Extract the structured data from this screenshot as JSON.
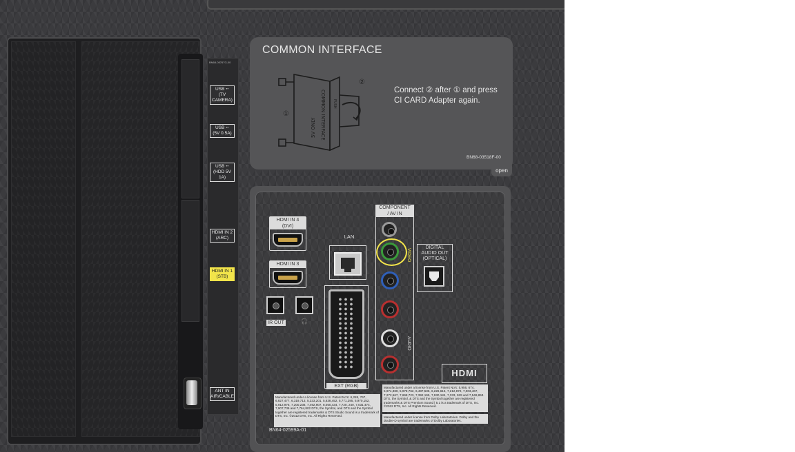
{
  "side_panel": {
    "code": "BN68-05767G-00",
    "usb1": {
      "title": "USB ⭪",
      "sub": "(TV CAMERA)"
    },
    "usb2": {
      "title": "USB ⭪",
      "sub": "(5V 0.5A)"
    },
    "usb3": {
      "title": "USB ⭪",
      "sub": "(HDD 5V 1A)"
    },
    "hdmi2": {
      "title": "HDMI IN 2",
      "sub": "(ARC)"
    },
    "hdmi1": {
      "title": "HDMI IN 1",
      "sub": "(STB)"
    },
    "ant": {
      "title": "ANT IN",
      "sub": "AIR/CABLE"
    }
  },
  "ci_panel": {
    "title": "COMMON INTERFACE",
    "instruction_line1": "Connect ② after ① and press",
    "instruction_line2": "CI CARD Adapter again.",
    "card_text1": "COMMON INTERFACE",
    "card_text2": "PUSH",
    "card_text3": "5V ONLY",
    "step1": "①",
    "step2": "②",
    "code": "BN68-03518F-00",
    "open_label": "open"
  },
  "io_panel": {
    "hdmi4": {
      "title": "HDMI IN 4",
      "sub": "(DVI)"
    },
    "hdmi3": {
      "title": "HDMI IN 3"
    },
    "lan": "LAN",
    "ir_out": "IR OUT",
    "headphone": "🎧",
    "ext": "EXT (RGB)",
    "component": {
      "line1": "COMPONENT",
      "line2": "/ AV IN"
    },
    "video": "VIDEO",
    "audio": "AUDIO",
    "digital": {
      "line1": "DIGITAL",
      "line2": "AUDIO OUT",
      "line3": "(OPTICAL)"
    },
    "hdmi_logo": "HDMI",
    "legal_left": "Manufactured under a license from U.S. Patent No's: 6,285, 767, 6,827,477, 6,319,713, 5,333,201, 5,638,452, 5,771,295, 5,970,152, 5,912,976, 7,200,236, 7,492,907, 8,050,434, 7,720, 240, 7,031,474, 7,907,736 and 7,764,802 DTS, the Symbol, and DTS and the Symbol together are registered trademarks & DTS Studio Sound is a trademark of DTS, Inc. ©2012 DTS, Inc. All Rights Reserved.",
    "legal_right": "Manufactured under a license from U.S. Patent No's: 5,956, 674, 5,974,380, 5,978,762, 6,487,535, 6,226,616, 7,212,872, 7,003,467, 7,272,567, 7,668,723, 7,392,195, 7,930,184, 7,333, 929 and 7,548,853. DTS, the Symbol, & DTS and the Symbol together are registered trademarks & DTS Premium Sound | 5.1 is a trademark of DTS, Inc. ©2012 DTS, Inc. All Rights Reserved.",
    "legal_dolby": "Manufactured under license from Dolby Laboratories. Dolby and the double-D symbol are trademarks of Dolby Laboratories.",
    "model_code": "BN64-02599A-01"
  },
  "colors": {
    "yellow_highlight": "#f2e44a",
    "component_green": "#3a9a3a",
    "component_blue": "#2f5fb8",
    "component_red": "#b83030",
    "gold": "#c9a24a"
  }
}
